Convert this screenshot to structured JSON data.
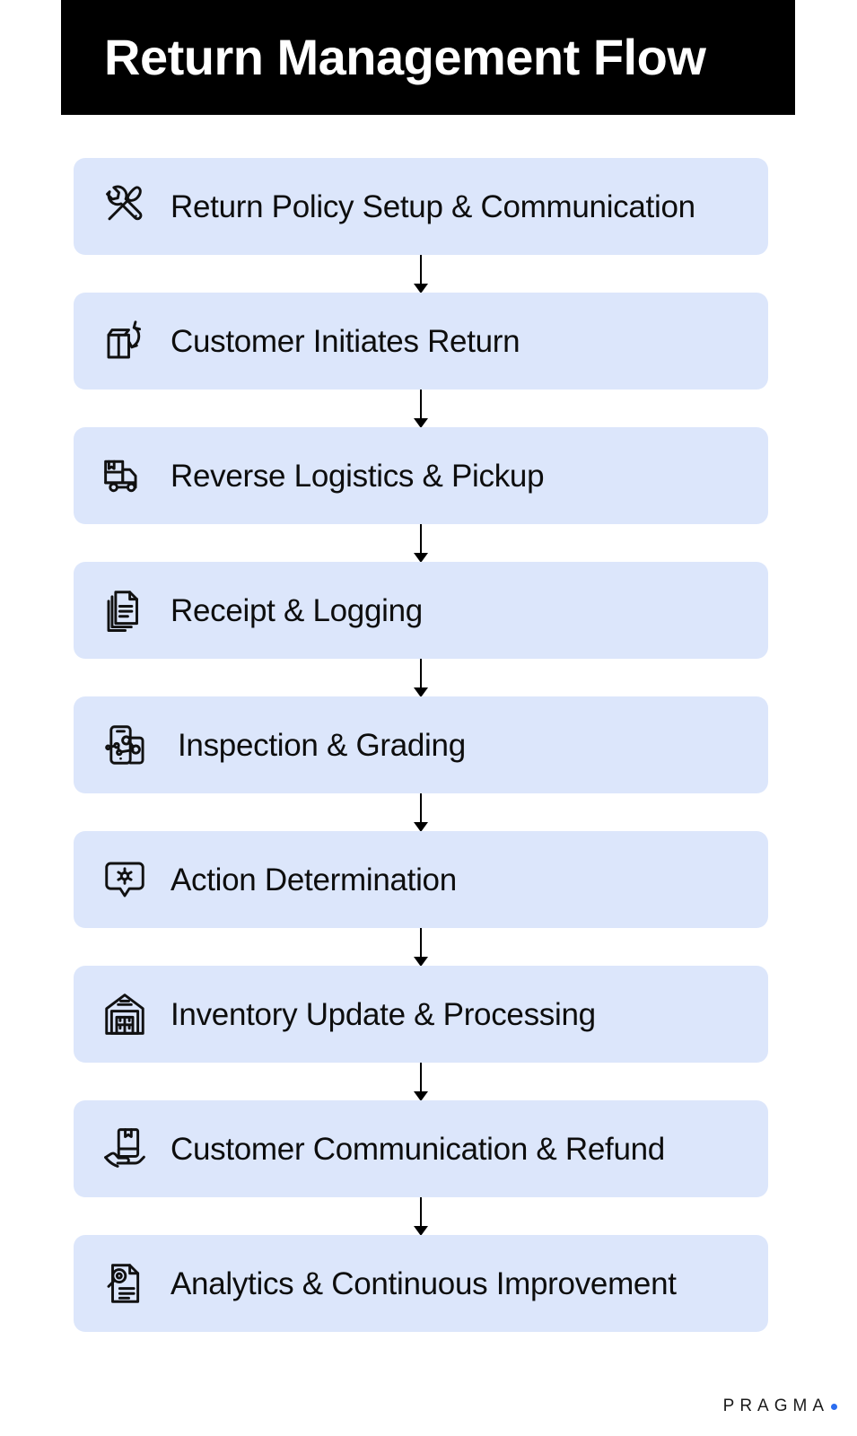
{
  "header": {
    "title": "Return Management Flow",
    "bar_color": "#000000",
    "text_color": "#ffffff"
  },
  "theme": {
    "step_background": "#dce6fb",
    "step_text": "#0d0d0d",
    "connector_color": "#000000",
    "page_background": "#ffffff",
    "brand_accent": "#2b6df0"
  },
  "flow": {
    "steps": [
      {
        "index": 1,
        "label": "Return Policy Setup & Communication",
        "icon": "wrench-screwdriver-icon"
      },
      {
        "index": 2,
        "label": "Customer Initiates Return",
        "icon": "box-return-arrow-icon"
      },
      {
        "index": 3,
        "label": "Reverse Logistics & Pickup",
        "icon": "delivery-truck-boxes-icon"
      },
      {
        "index": 4,
        "label": "Receipt & Logging",
        "icon": "stacked-documents-icon"
      },
      {
        "index": 5,
        "label": "Inspection & Grading",
        "icon": "devices-inspection-icon"
      },
      {
        "index": 6,
        "label": "Action Determination",
        "icon": "speech-bubble-gear-icon"
      },
      {
        "index": 7,
        "label": "Inventory Update & Processing",
        "icon": "warehouse-boxes-icon"
      },
      {
        "index": 8,
        "label": "Customer Communication & Refund",
        "icon": "hand-holding-package-icon"
      },
      {
        "index": 9,
        "label": "Analytics & Continuous Improvement",
        "icon": "document-analytics-icon"
      }
    ],
    "connector_icon": "down-arrow-icon"
  },
  "footer": {
    "brand_name": "PRAGMA",
    "brand_dot": "•"
  }
}
